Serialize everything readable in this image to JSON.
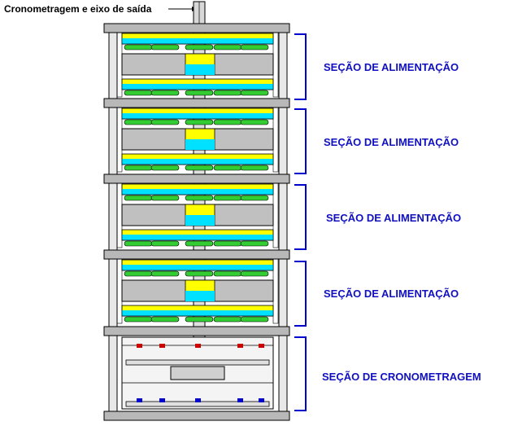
{
  "diagram": {
    "top_label": "Cronometragem e eixo de saída",
    "sections": [
      {
        "label": "SEÇÃO DE ALIMENTAÇÃO"
      },
      {
        "label": "SEÇÃO DE ALIMENTAÇÃO"
      },
      {
        "label": "SEÇÃO DE ALIMENTAÇÃO"
      },
      {
        "label": "SEÇÃO DE ALIMENTAÇÃO"
      },
      {
        "label": "SEÇÃO DE CRONOMETRAGEM"
      }
    ],
    "colors": {
      "yellow": "#ffff00",
      "cyan": "#00e0ff",
      "green": "#33cc33",
      "gray": "#c0c0c0",
      "plate": "#b8b8b8",
      "bracket": "#0000cc",
      "label": "#1010c0",
      "red_marker": "#cc0000",
      "blue_marker": "#0000cc"
    }
  }
}
